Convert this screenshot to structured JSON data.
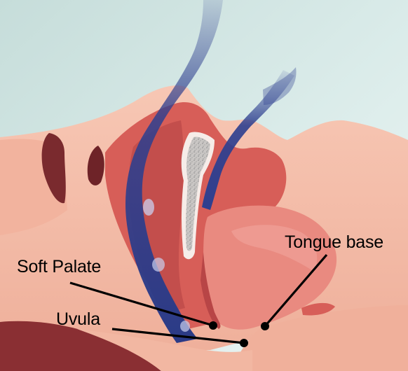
{
  "labels": {
    "tongue_base": "Tongue base",
    "soft_palate": "Soft Palate",
    "uvula": "Uvula"
  },
  "colors": {
    "background": "#d3e7e4",
    "skin": "#f4b9a4",
    "skin_dark": "#e89c86",
    "tissue_red": "#d75e58",
    "tissue_deep": "#c34e4c",
    "airway_blue": "#2e3f8f",
    "bone": "#f6ece8",
    "bone_speckle": "#9a9a9a",
    "hair": "#6e2328",
    "pointer": "#000000"
  }
}
